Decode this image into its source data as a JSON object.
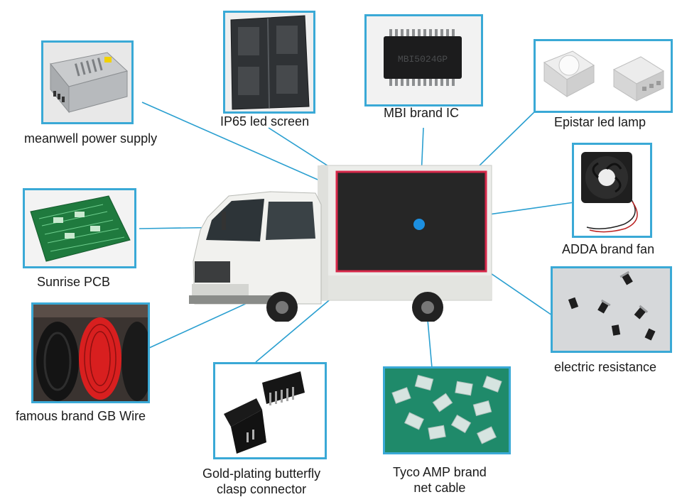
{
  "components": {
    "power_supply": {
      "label": "meanwell power supply"
    },
    "led_screen": {
      "label": "IP65 led screen"
    },
    "ic": {
      "label": "MBI brand IC"
    },
    "led_lamp": {
      "label": "Epistar led lamp"
    },
    "fan": {
      "label": "ADDA  brand fan"
    },
    "pcb": {
      "label": "Sunrise PCB"
    },
    "resistance": {
      "label": "electric resistance"
    },
    "wire": {
      "label": "famous brand GB Wire"
    },
    "connector": {
      "label_line1": "Gold-plating butterfly",
      "label_line2": "clasp connector"
    },
    "net_cable": {
      "label_line1": "Tyco AMP brand",
      "label_line2": "net cable"
    }
  },
  "colors": {
    "frame": "#3aa9d6",
    "lines": "#2a9fd0",
    "hub": "#1c8fe0",
    "screen_border": "#d6284a"
  },
  "ic_marking": "MBI5024GP"
}
